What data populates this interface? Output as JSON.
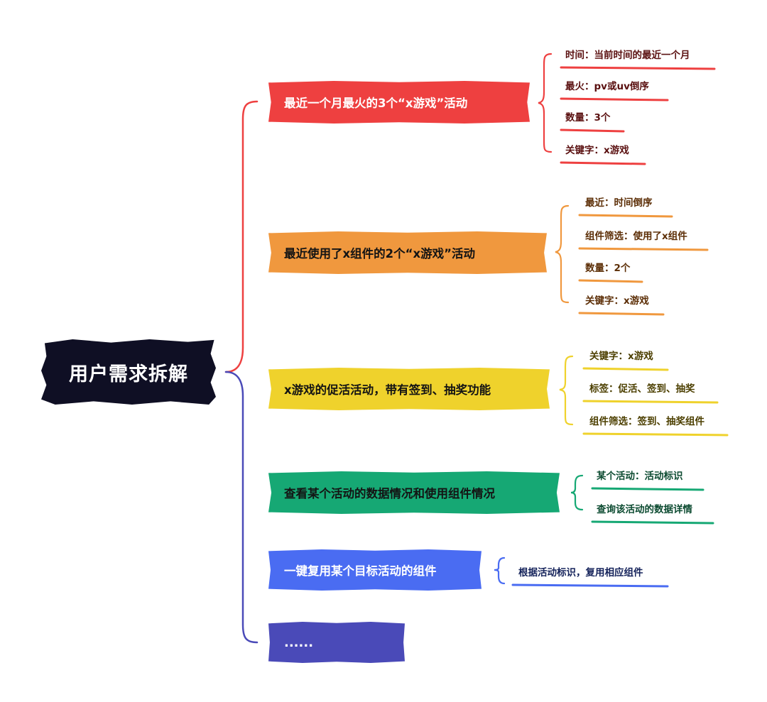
{
  "root": {
    "label": "用户需求拆解"
  },
  "colors": {
    "red": "#ee4040",
    "orange": "#f0983e",
    "yellow": "#efd22c",
    "green": "#16a874",
    "blue": "#4a6cf2",
    "indigo": "#4a4ab8",
    "root": "#0f0f24"
  },
  "branches": [
    {
      "label": "最近一个月最火的3个“x游戏”活动",
      "children": [
        "时间：当前时间的最近一个月",
        "最火：pv或uv倒序",
        "数量：3个",
        "关键字：x游戏"
      ]
    },
    {
      "label": "最近使用了x组件的2个“x游戏”活动",
      "children": [
        "最近：时间倒序",
        "组件筛选：使用了x组件",
        "数量：2个",
        "关键字：x游戏"
      ]
    },
    {
      "label": "x游戏的促活活动，带有签到、抽奖功能",
      "children": [
        "关键字：x游戏",
        "标签：促活、签到、抽奖",
        "组件筛选：签到、抽奖组件"
      ]
    },
    {
      "label": "查看某个活动的数据情况和使用组件情况",
      "children": [
        "某个活动：活动标识",
        "查询该活动的数据详情"
      ]
    },
    {
      "label": "一键复用某个目标活动的组件",
      "children": [
        "根据活动标识，复用相应组件"
      ]
    },
    {
      "label": "......",
      "children": []
    }
  ]
}
